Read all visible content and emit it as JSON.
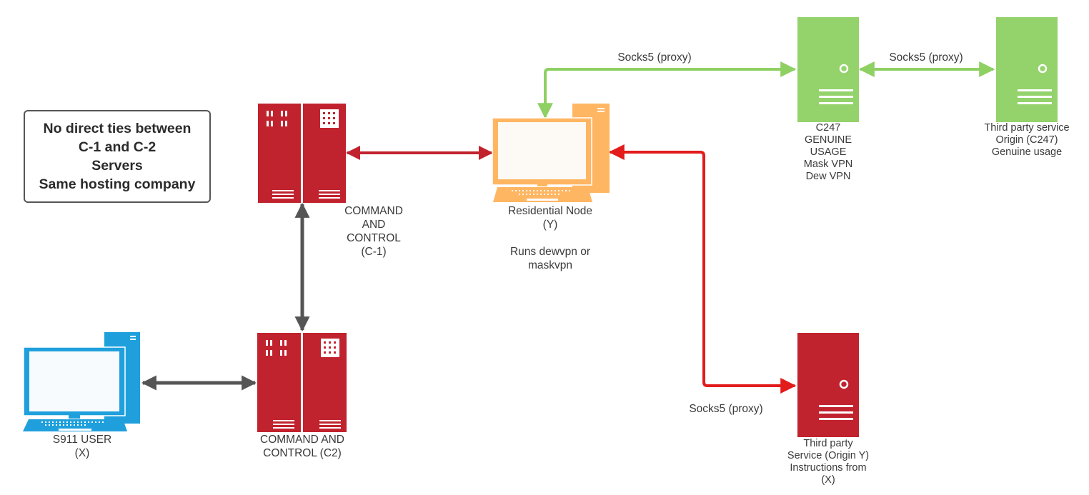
{
  "diagram": {
    "note": "No direct ties between\nC-1 and C-2\nServers\nSame hosting company",
    "nodes": {
      "c1": {
        "lines": [
          "COMMAND",
          "AND",
          "CONTROL",
          "(C-1)"
        ],
        "icon": "server-rack-icon",
        "color": "#c1232e"
      },
      "c2": {
        "lines": [
          "COMMAND AND",
          "CONTROL (C2)"
        ],
        "icon": "server-rack-icon",
        "color": "#c1232e"
      },
      "user": {
        "lines": [
          "S911 USER",
          "(X)"
        ],
        "icon": "desktop-computer-icon",
        "color": "#1fa0dc"
      },
      "residential": {
        "lines": [
          "Residential Node",
          "(Y)",
          "",
          "Runs dewvpn or",
          "maskvpn"
        ],
        "icon": "desktop-computer-icon",
        "color": "#ffb663"
      },
      "c247": {
        "lines": [
          "C247",
          "GENUINE",
          "USAGE",
          "Mask VPN",
          "Dew VPN"
        ],
        "icon": "server-tower-icon",
        "color": "#94d26b"
      },
      "third_c247": {
        "lines": [
          "Third party service",
          "Origin (C247)",
          "Genuine usage"
        ],
        "icon": "server-tower-icon",
        "color": "#94d26b"
      },
      "third_y": {
        "lines": [
          "Third party",
          "Service (Origin Y)",
          "Instructions from",
          "(X)"
        ],
        "icon": "server-tower-icon",
        "color": "#c1232e"
      }
    },
    "edges": [
      {
        "from": "user",
        "to": "c2",
        "label": "",
        "color": "#555555",
        "bidirectional": true
      },
      {
        "from": "c2",
        "to": "c1",
        "label": "",
        "color": "#555555",
        "bidirectional": true
      },
      {
        "from": "c1",
        "to": "residential",
        "label": "",
        "color": "#c1232e",
        "bidirectional": true
      },
      {
        "from": "residential",
        "to": "c247",
        "label": "Socks5 (proxy)",
        "color": "#8fd063",
        "bidirectional": true
      },
      {
        "from": "c247",
        "to": "third_c247",
        "label": "Socks5 (proxy)",
        "color": "#8fd063",
        "bidirectional": true
      },
      {
        "from": "residential",
        "to": "third_y",
        "label": "Socks5 (proxy)",
        "color": "#e21b1b",
        "bidirectional": true
      }
    ]
  }
}
